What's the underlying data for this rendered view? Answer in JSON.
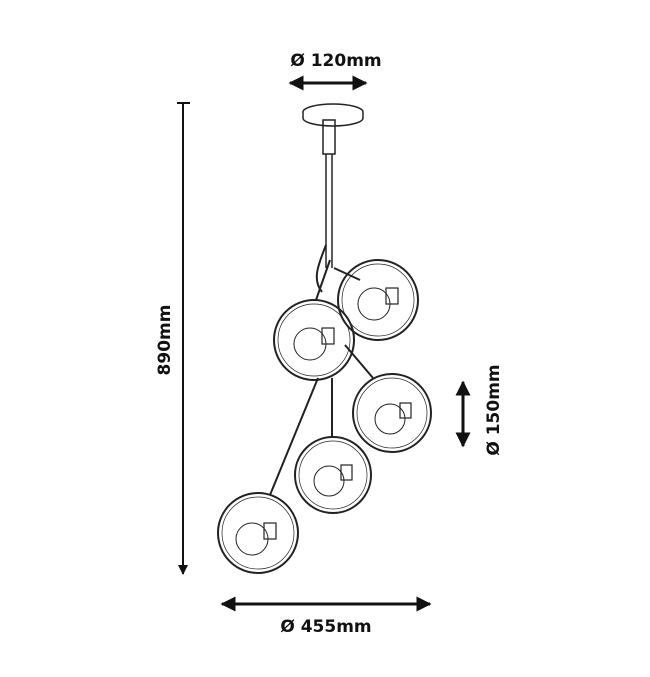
{
  "title": "Pendant lamp dimension drawing",
  "dimensions": {
    "canopy_diameter": "Ø 120mm",
    "total_height": "890mm",
    "globe_diameter": "Ø 150mm",
    "overall_diameter": "Ø 455mm"
  },
  "colors": {
    "line": "#222222",
    "background": "#ffffff"
  }
}
